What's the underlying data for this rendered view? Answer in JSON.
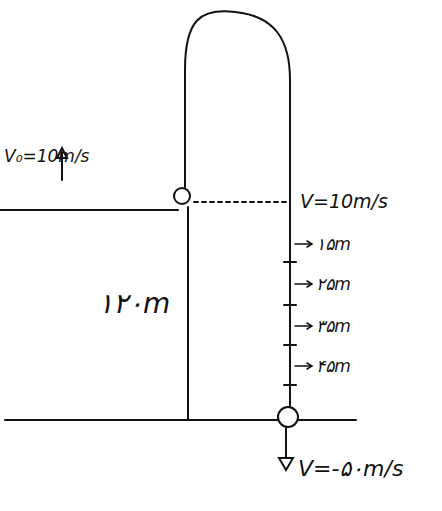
{
  "diagram": {
    "labels": [
      "V₀=10m/s",
      "V=10m/s",
      "۱۲۰m",
      "۱۵m",
      "۲۵m",
      "۳۵m",
      "۴۵m",
      "V=-۵۰m/s"
    ]
  }
}
